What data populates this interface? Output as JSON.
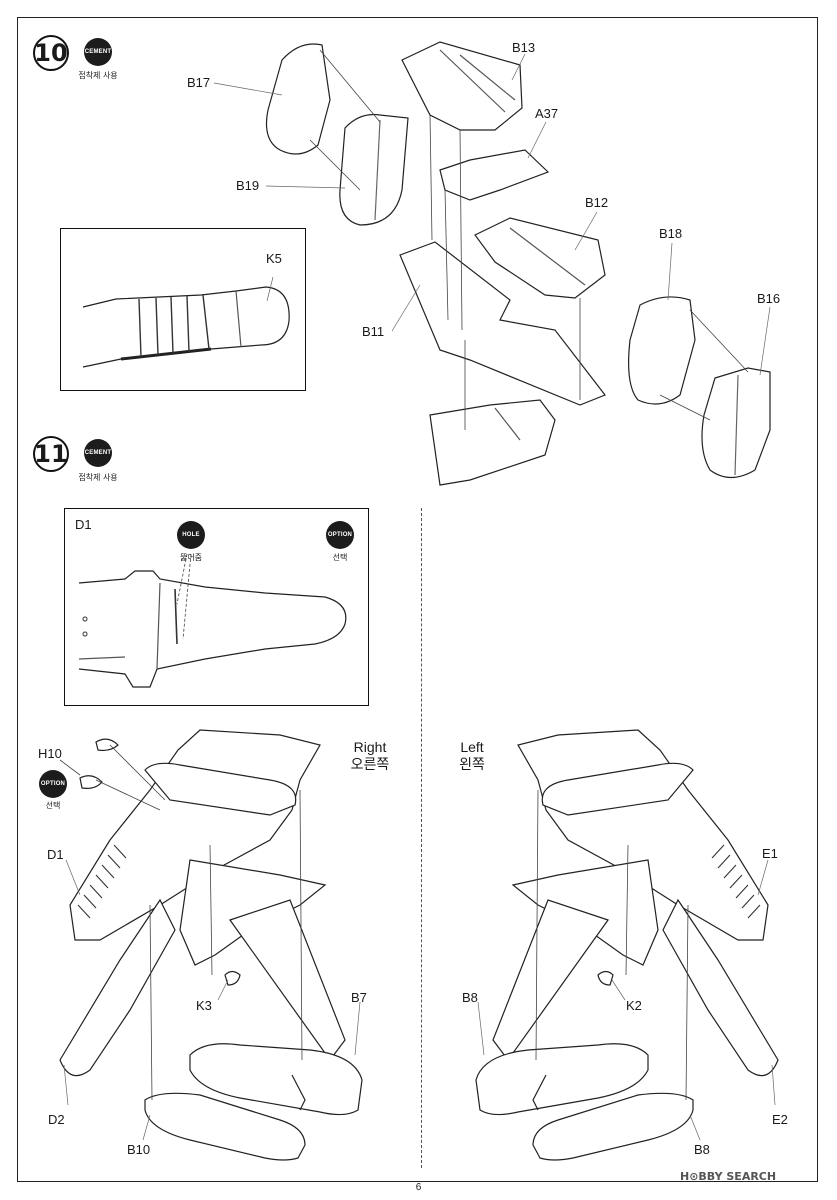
{
  "steps": {
    "s10": {
      "number": "10",
      "badge": "CEMENT",
      "caption": "접착제 사용"
    },
    "s11": {
      "number": "11",
      "badge": "CEMENT",
      "caption": "접착제 사용"
    }
  },
  "parts10": {
    "b17": "B17",
    "b19": "B19",
    "b13": "B13",
    "a37": "A37",
    "b12": "B12",
    "b18": "B18",
    "b16": "B16",
    "b11": "B11",
    "k5": "K5"
  },
  "inset11": {
    "d1": "D1",
    "hole_badge": "HOLE",
    "hole_caption": "뚫어줌",
    "option_badge": "OPTION",
    "option_caption": "선택"
  },
  "right_wing": {
    "title_en": "Right",
    "title_ko": "오른쪽",
    "h10": "H10",
    "option_badge": "OPTION",
    "option_caption": "선택",
    "d1": "D1",
    "k3": "K3",
    "b7": "B7",
    "d2": "D2",
    "b10": "B10"
  },
  "left_wing": {
    "title_en": "Left",
    "title_ko": "왼쪽",
    "e1": "E1",
    "k2": "K2",
    "b8a": "B8",
    "b8b": "B8",
    "e2": "E2"
  },
  "page_number": "6",
  "watermark": "H⊙BBY SEARCH"
}
